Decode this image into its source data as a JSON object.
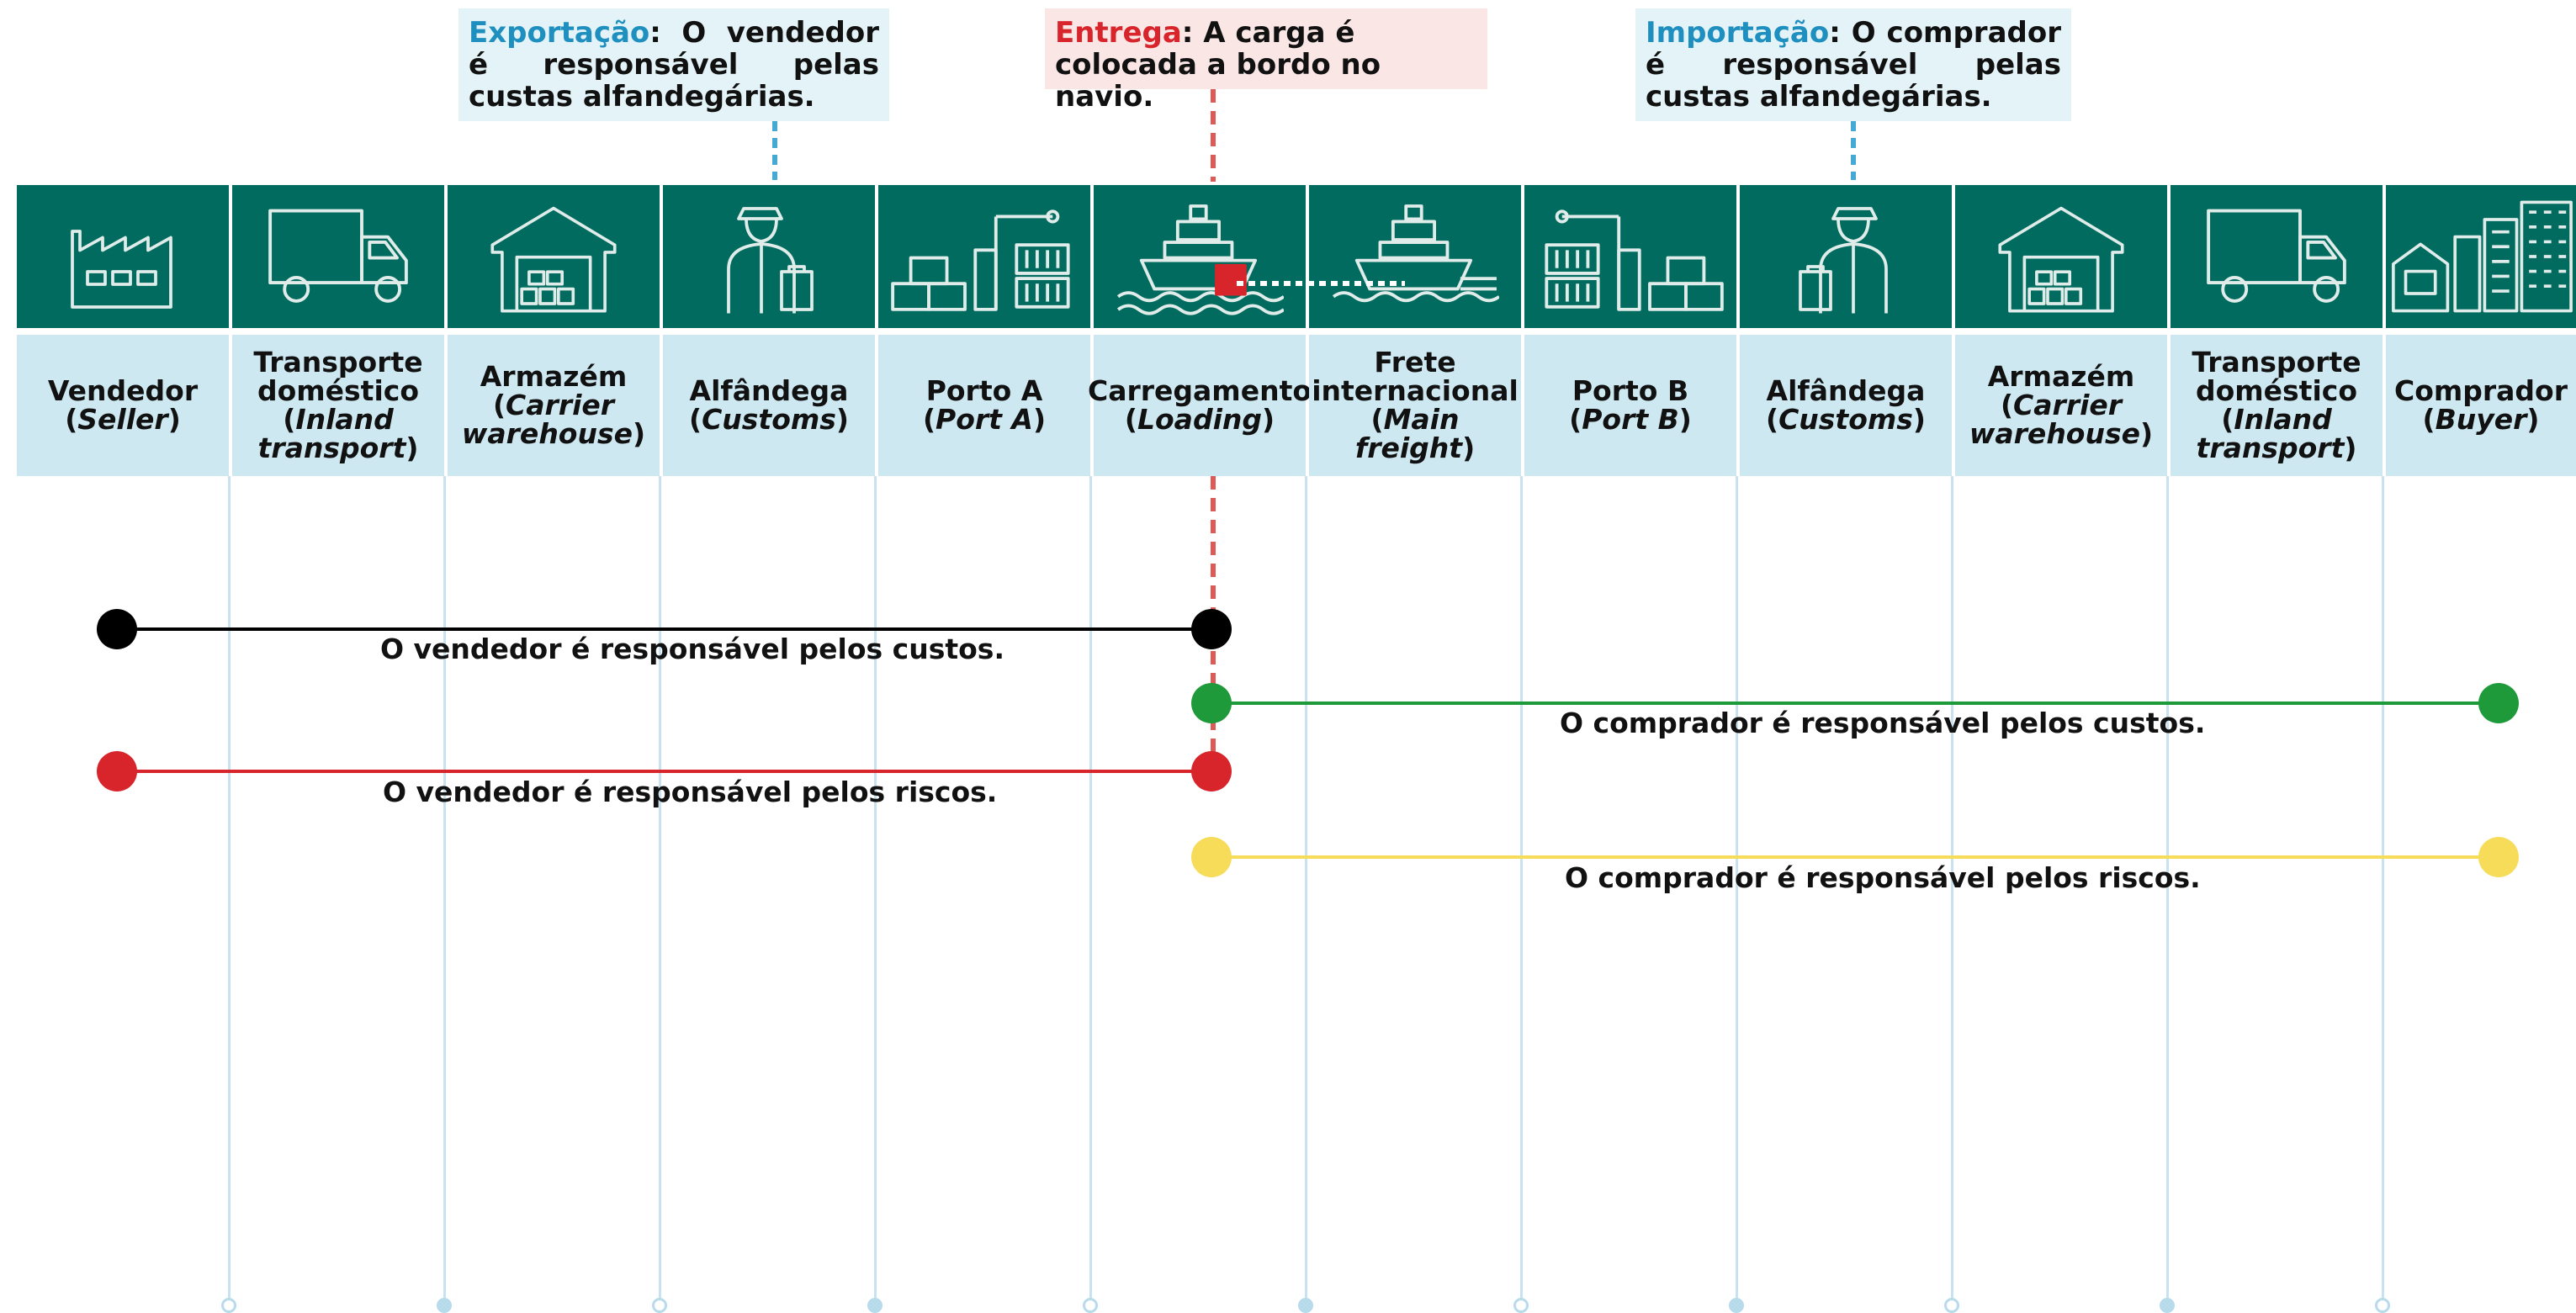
{
  "callouts": {
    "export": {
      "key": "Exportação",
      "text": ": O vendedor é responsável pelas custas alfandegárias."
    },
    "delivery": {
      "key": "Entrega",
      "text": ": A carga é colocada a bordo no navio."
    },
    "import": {
      "key": "Importação",
      "text": ": O comprador é responsável pelas custas alfandegárias."
    }
  },
  "stages": [
    {
      "icon": "factory-icon",
      "name": "Vendedor",
      "en": "Seller"
    },
    {
      "icon": "truck-icon",
      "name": "Transporte doméstico",
      "en": "Inland transport"
    },
    {
      "icon": "warehouse-icon",
      "name": "Armazém",
      "en": "Carrier warehouse"
    },
    {
      "icon": "customs-officer-icon",
      "name": "Alfândega",
      "en": "Customs"
    },
    {
      "icon": "port-icon",
      "name": "Porto A",
      "en": "Port A"
    },
    {
      "icon": "ship-loading-icon",
      "name": "Carregamento",
      "en": "Loading"
    },
    {
      "icon": "ship-icon",
      "name": "Frete internacional",
      "en": "Main freight"
    },
    {
      "icon": "port-icon",
      "name": "Porto B",
      "en": "Port B"
    },
    {
      "icon": "customs-officer-icon",
      "name": "Alfândega",
      "en": "Customs"
    },
    {
      "icon": "warehouse-icon",
      "name": "Armazém",
      "en": "Carrier warehouse"
    },
    {
      "icon": "truck-icon",
      "name": "Transporte doméstico",
      "en": "Inland transport"
    },
    {
      "icon": "city-buildings-icon",
      "name": "Comprador",
      "en": "Buyer"
    }
  ],
  "responsibilities": [
    {
      "text": "O vendedor é responsável pelos custos.",
      "color": "#000000"
    },
    {
      "text": "O comprador é responsável pelos custos.",
      "color": "#1f9a3a"
    },
    {
      "text": "O vendedor é responsável pelos riscos.",
      "color": "#d7252b"
    },
    {
      "text": "O comprador é responsável pelos riscos.",
      "color": "#f7dc5a"
    }
  ],
  "colors": {
    "teal": "#006b5e",
    "label_bg": "#cde8f1",
    "dash_red": "#dd5a56",
    "dash_blue": "#45a9d3"
  }
}
